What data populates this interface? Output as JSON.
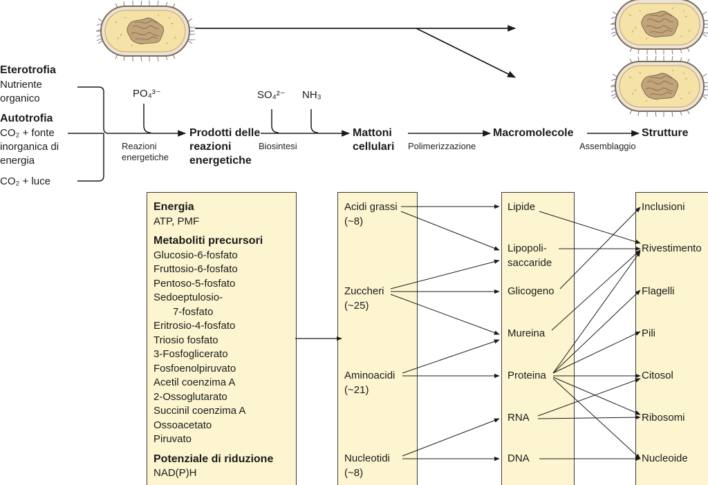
{
  "input_labels": {
    "heterotrophy_title": "Eterotrofia",
    "heterotrophy_text": "Nutriente organico",
    "autotrophy_title": "Autotrofia",
    "autotrophy_text": "CO₂ + fonte inorganica di energia",
    "light_text": "CO₂ + luce"
  },
  "ions": {
    "phosphate": "PO₄³⁻",
    "sulfate": "SO₄²⁻",
    "ammonia": "NH₃"
  },
  "flow": {
    "reactions_label": "Reazioni energetiche",
    "products_title": "Prodotti delle reazioni energetiche",
    "biosynthesis_label": "Biosintesi",
    "building_blocks_title": "Mattoni cellulari",
    "polymerization_label": "Polimerizzazione",
    "macromolecules_title": "Macromolecole",
    "assembly_label": "Assemblaggio",
    "structures_title": "Strutture"
  },
  "products_box": {
    "energy_title": "Energia",
    "energy_text": "ATP,  PMF",
    "precursors_title": "Metaboliti precursori",
    "precursors": [
      "Glucosio-6-fosfato",
      "Fruttosio-6-fosfato",
      "Pentoso-5-fosfato",
      "Sedoeptulosio-",
      "7-fosfato",
      "Eritrosio-4-fosfato",
      "Triosio fosfato",
      "3-Fosfoglicerato",
      "Fosfoenolpiruvato",
      "Acetil coenzima A",
      "2-Ossoglutarato",
      "Succinil coenzima A",
      "Ossoacetato",
      "Piruvato"
    ],
    "reducing_title": "Potenziale di riduzione",
    "reducing_text": "NAD(P)H"
  },
  "building_blocks": [
    {
      "name": "Acidi grassi",
      "count": "(~8)"
    },
    {
      "name": "Zuccheri",
      "count": "(~25)"
    },
    {
      "name": "Aminoacidi",
      "count": "(~21)"
    },
    {
      "name": "Nucleotidi",
      "count": "(~8)"
    }
  ],
  "macromolecules": [
    "Lipide",
    "Lipopoli-",
    "saccaride",
    "Glicogeno",
    "Mureina",
    "Proteina",
    "RNA",
    "DNA"
  ],
  "structures": [
    "Inclusioni",
    "Rivestimento",
    "Flagelli",
    "Pili",
    "Citosol",
    "Ribosomi",
    "Nucleoide"
  ],
  "colors": {
    "box_fill": "#fcf5d0",
    "cell_fill": "#f5e2a6",
    "cell_wall": "#8a7a6a",
    "flagella": "#8f88b0",
    "nucleoid": "#9a8060",
    "line": "#1a1a1a"
  }
}
